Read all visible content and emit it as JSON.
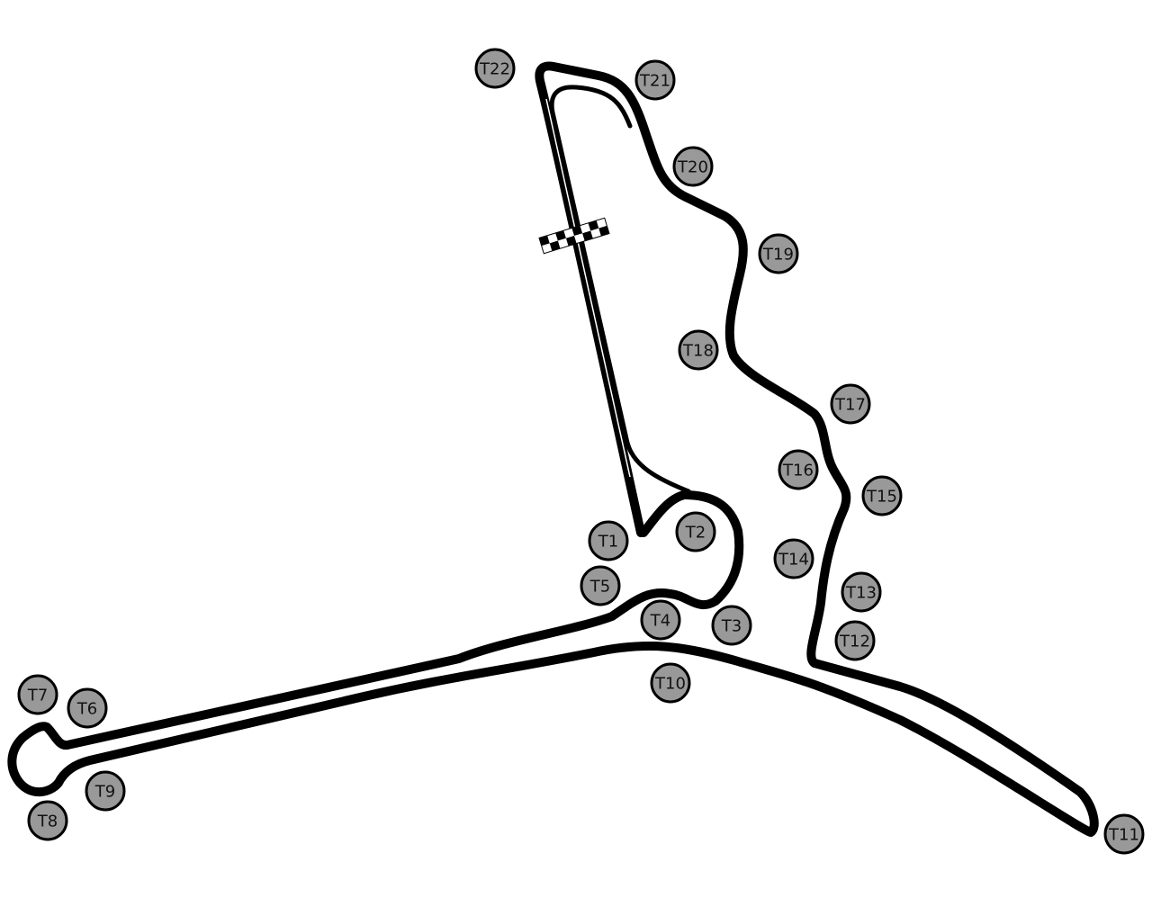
{
  "circuit": {
    "turns": [
      "T1",
      "T2",
      "T3",
      "T4",
      "T5",
      "T6",
      "T7",
      "T8",
      "T9",
      "T10",
      "T11",
      "T12",
      "T13",
      "T14",
      "T15",
      "T16",
      "T17",
      "T18",
      "T19",
      "T20",
      "T21",
      "T22"
    ],
    "colors": {
      "track": "#000000",
      "marker_fill": "#999999",
      "background": "#ffffff"
    },
    "start_finish_icon": "checkered-flag-icon"
  }
}
